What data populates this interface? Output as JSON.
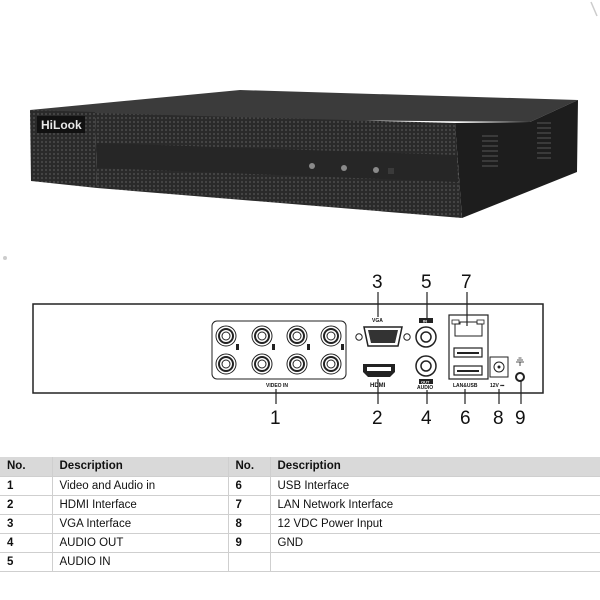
{
  "product": {
    "brand_logo": "HiLook",
    "front_leds": 3
  },
  "rear_panel": {
    "labels": {
      "video_in": "VIDEO IN",
      "vga": "VGA",
      "hdmi": "HDMI",
      "audio_in_tag": "IN",
      "audio_out_tag": "OUT",
      "audio": "AUDIO",
      "lan_usb": "LAN&USB",
      "power": "12V ⎓"
    },
    "callouts": [
      {
        "num": "1",
        "target": "video-in-bank"
      },
      {
        "num": "2",
        "target": "hdmi-port"
      },
      {
        "num": "3",
        "target": "vga-port"
      },
      {
        "num": "4",
        "target": "audio-out-jack"
      },
      {
        "num": "5",
        "target": "audio-in-jack"
      },
      {
        "num": "6",
        "target": "usb-ports"
      },
      {
        "num": "7",
        "target": "lan-port"
      },
      {
        "num": "8",
        "target": "power-input"
      },
      {
        "num": "9",
        "target": "gnd-terminal"
      }
    ]
  },
  "table": {
    "headers": [
      "No.",
      "Description",
      "No.",
      "Description"
    ],
    "rows": [
      [
        "1",
        "Video and Audio in",
        "6",
        "USB Interface"
      ],
      [
        "2",
        "HDMI Interface",
        "7",
        "LAN Network Interface"
      ],
      [
        "3",
        "VGA Interface",
        "8",
        "12 VDC Power Input"
      ],
      [
        "4",
        "AUDIO OUT",
        "9",
        "GND"
      ],
      [
        "5",
        "AUDIO IN",
        "",
        ""
      ]
    ]
  },
  "colors": {
    "device_body": "#2b2b2b",
    "device_top": "#3a3a3a",
    "table_header_bg": "#d9d9d9",
    "line": "#111111"
  }
}
